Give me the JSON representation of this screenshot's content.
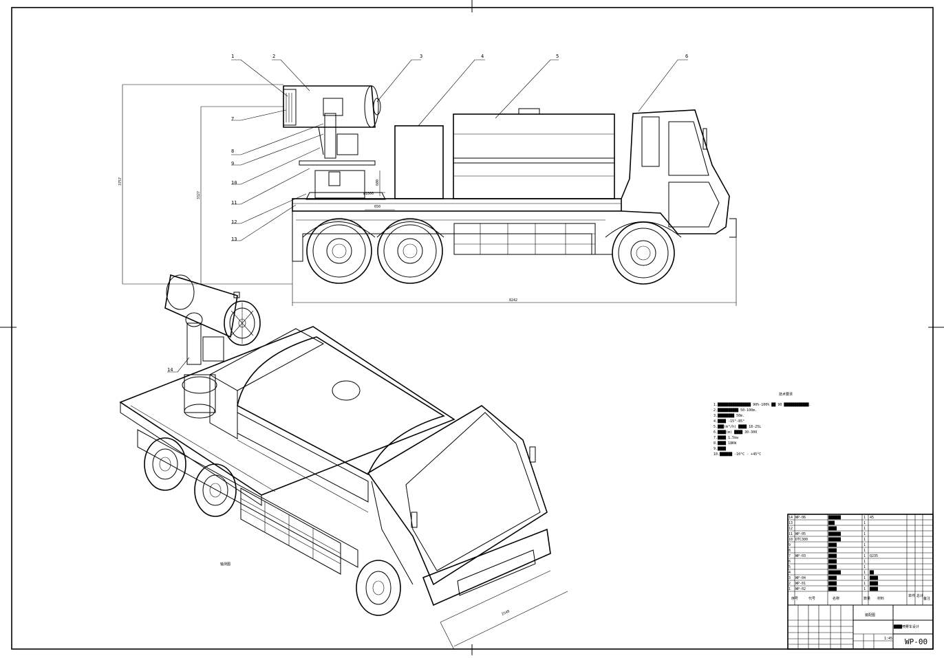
{
  "balloons": [
    "1",
    "2",
    "3",
    "4",
    "5",
    "6",
    "7",
    "8",
    "9",
    "10",
    "11",
    "12",
    "13",
    "14"
  ],
  "dimensions": {
    "overall_height": "3757",
    "fan_height": "3327",
    "platform_height": "600",
    "platform_width": "φ1000",
    "offset": "650",
    "vehicle_length": "8242",
    "iso_width": "2548"
  },
  "notes": {
    "title": "技术要求",
    "lines": [
      "1.████████████████ 90%-100% ██ 90 ████████████.",
      "2.██████████ 50-100m.",
      "3.████████ 50m.",
      "4.████ -15°-85°",
      "5.███(m³/h) ████ 18-25L",
      "6.████(m) ████ 30-300",
      "7.████ 1.5kw",
      "8.████ 18KW",
      "9.████",
      "10.██████ -10°C - +45°C"
    ]
  },
  "iso_label": "轴测图",
  "bom": {
    "rows": [
      {
        "no": "14",
        "code": "WP-06",
        "name": "██████",
        "qty": "1",
        "mat": "45"
      },
      {
        "no": "13",
        "code": "",
        "name": "███",
        "qty": "1",
        "mat": ""
      },
      {
        "no": "12",
        "code": "",
        "name": "████",
        "qty": "1",
        "mat": ""
      },
      {
        "no": "11",
        "code": "WP-05",
        "name": "██████",
        "qty": "1",
        "mat": ""
      },
      {
        "no": "10",
        "code": "DTC300",
        "name": "██████",
        "qty": "1",
        "mat": ""
      },
      {
        "no": "9",
        "code": "",
        "name": "████",
        "qty": "1",
        "mat": ""
      },
      {
        "no": "8",
        "code": "",
        "name": "████",
        "qty": "1",
        "mat": ""
      },
      {
        "no": "7",
        "code": "WP-03",
        "name": "████",
        "qty": "1",
        "mat": "Q235"
      },
      {
        "no": "6",
        "code": "",
        "name": "████",
        "qty": "1",
        "mat": ""
      },
      {
        "no": "5",
        "code": "",
        "name": "████",
        "qty": "1",
        "mat": ""
      },
      {
        "no": "4",
        "code": "",
        "name": "██████",
        "qty": "1",
        "mat": "██"
      },
      {
        "no": "3",
        "code": "WP-04",
        "name": "████",
        "qty": "1",
        "mat": "████"
      },
      {
        "no": "2",
        "code": "WP-01",
        "name": "████",
        "qty": "1",
        "mat": "████"
      },
      {
        "no": "1",
        "code": "WP-02",
        "name": "████",
        "qty": "1",
        "mat": "████"
      }
    ],
    "header": [
      "序号",
      "代号",
      "名称",
      "数量",
      "材料",
      "单件",
      "总计",
      "备注"
    ]
  },
  "title_block": {
    "drawing_no": "WP-00",
    "scale": "1:45",
    "assembly": "装配图",
    "project": "████喷雾车设计"
  }
}
